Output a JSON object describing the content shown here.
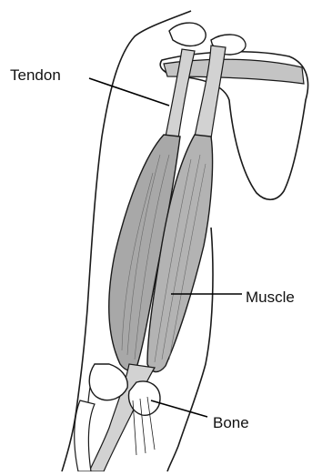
{
  "labels": {
    "tendon": "Tendon",
    "muscle": "Muscle",
    "bone": "Bone"
  },
  "colors": {
    "outline": "#1a1a1a",
    "muscle_fill": "#a8a8a8",
    "tendon_fill": "#cfcfcf",
    "scapula_fill": "#ffffff",
    "background": "#ffffff"
  }
}
